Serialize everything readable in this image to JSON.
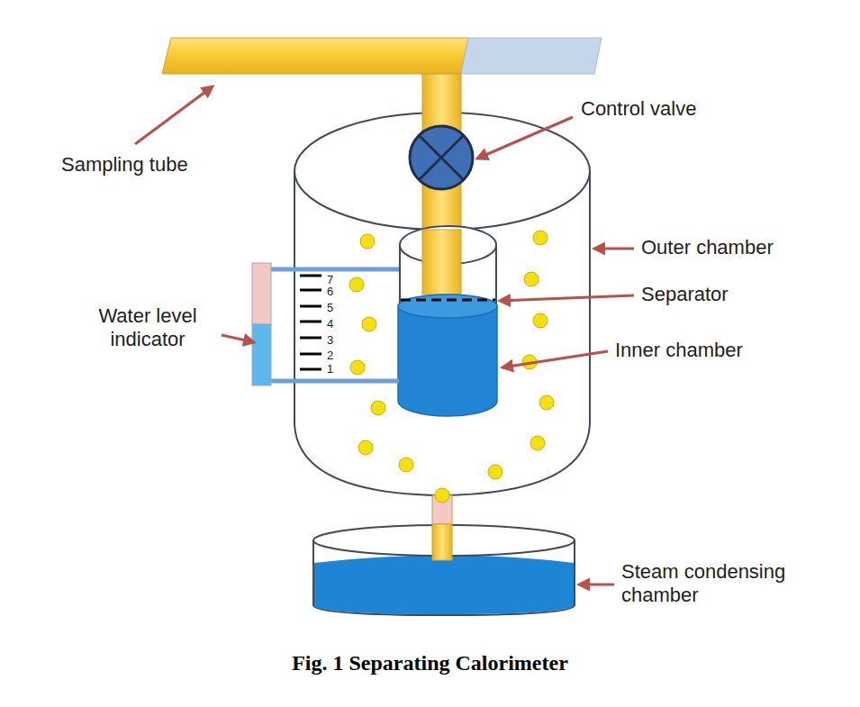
{
  "diagram": {
    "caption": "Fig. 1 Separating Calorimeter",
    "labels": [
      "Sampling tube",
      "Control valve",
      "Outer chamber",
      "Separator",
      "Water level indicator",
      "7",
      "6",
      "5",
      "4",
      "3",
      "2",
      "1",
      "Inner chamber",
      "Steam condensing chamber"
    ]
  }
}
